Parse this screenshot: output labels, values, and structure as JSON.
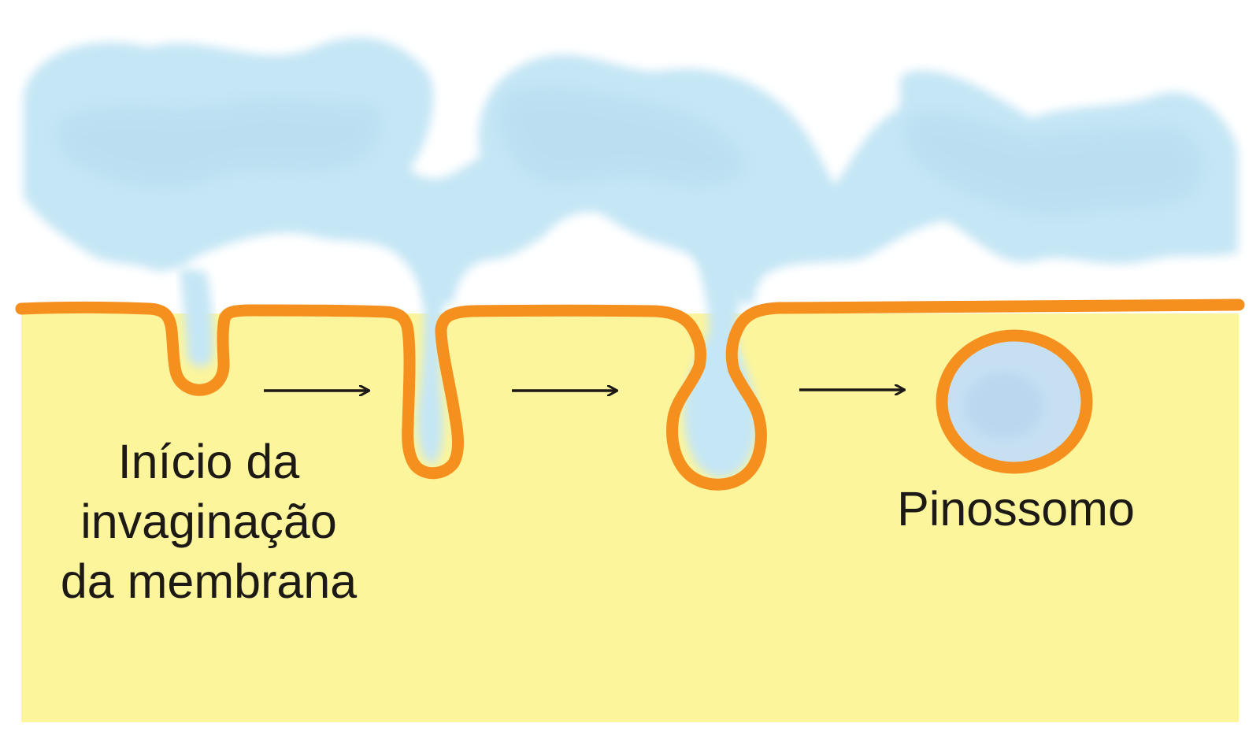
{
  "colors": {
    "page_background": "#ffffff",
    "cytoplasm": "#fcf59b",
    "extracellular_fluid": "#c5e6f5",
    "fluid_shade": "#b4dbee",
    "vesicle_fluid": "#c6e0f2",
    "membrane": "#f5901f",
    "arrow": "#1d1a16",
    "text": "#1d1a16"
  },
  "labels": {
    "invagination": [
      "Início da",
      "invaginação",
      "da membrana"
    ],
    "pinosome": "Pinossomo"
  },
  "stages": [
    "membrane-invagination-start",
    "deepening-invagination",
    "vesicle-pinching-off",
    "pinosome"
  ],
  "icons": {
    "process_arrow": "right-arrow-icon"
  }
}
